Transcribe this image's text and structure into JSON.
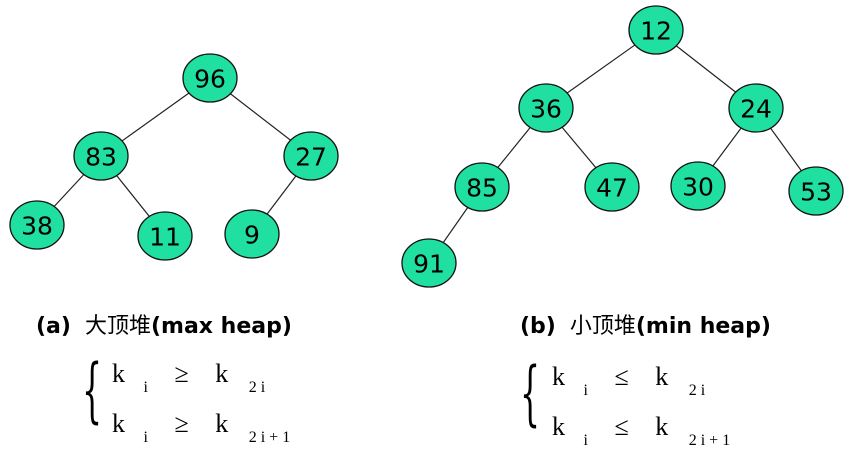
{
  "heaps": [
    {
      "id": "max",
      "nodes": [
        {
          "key": "n96",
          "value": "96"
        },
        {
          "key": "n83",
          "value": "83"
        },
        {
          "key": "n27",
          "value": "27"
        },
        {
          "key": "n38",
          "value": "38"
        },
        {
          "key": "n11",
          "value": "11"
        },
        {
          "key": "n9",
          "value": "9"
        }
      ],
      "edges": [
        [
          "n96",
          "n83"
        ],
        [
          "n96",
          "n27"
        ],
        [
          "n83",
          "n38"
        ],
        [
          "n83",
          "n11"
        ],
        [
          "n27",
          "n9"
        ]
      ],
      "caption": {
        "tag": "(a)",
        "name": "大顶堆",
        "english": "(max heap)"
      },
      "formula": {
        "lines": [
          {
            "k1": "k",
            "s1": "i",
            "op": "≥",
            "k2": "k",
            "s2": "2 i"
          },
          {
            "k1": "k",
            "s1": "i",
            "op": "≥",
            "k2": "k",
            "s2": "2 i + 1"
          }
        ]
      }
    },
    {
      "id": "min",
      "nodes": [
        {
          "key": "n12",
          "value": "12"
        },
        {
          "key": "n36",
          "value": "36"
        },
        {
          "key": "n24",
          "value": "24"
        },
        {
          "key": "n85",
          "value": "85"
        },
        {
          "key": "n47",
          "value": "47"
        },
        {
          "key": "n30",
          "value": "30"
        },
        {
          "key": "n53",
          "value": "53"
        },
        {
          "key": "n91",
          "value": "91"
        }
      ],
      "edges": [
        [
          "n12",
          "n36"
        ],
        [
          "n12",
          "n24"
        ],
        [
          "n36",
          "n85"
        ],
        [
          "n36",
          "n47"
        ],
        [
          "n24",
          "n30"
        ],
        [
          "n24",
          "n53"
        ],
        [
          "n85",
          "n91"
        ]
      ],
      "caption": {
        "tag": "(b)",
        "name": "小顶堆",
        "english": "(min heap)"
      },
      "formula": {
        "lines": [
          {
            "k1": "k",
            "s1": "i",
            "op": "≤",
            "k2": "k",
            "s2": "2 i"
          },
          {
            "k1": "k",
            "s1": "i",
            "op": "≤",
            "k2": "k",
            "s2": "2 i + 1"
          }
        ]
      }
    }
  ],
  "colors": {
    "node_fill": "#1fe0a0",
    "node_stroke": "#111111"
  }
}
